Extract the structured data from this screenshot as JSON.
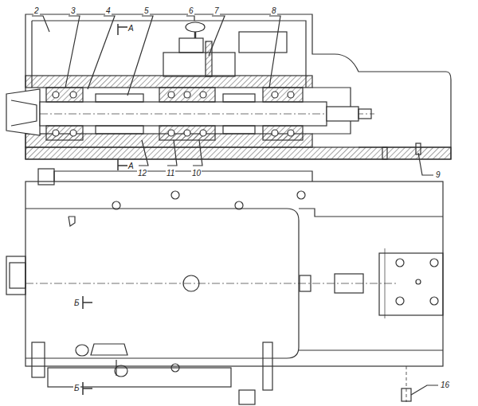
{
  "diagram": {
    "labels": [
      "2",
      "3",
      "4",
      "5",
      "А",
      "6",
      "7",
      "8",
      "А",
      "12",
      "11",
      "10",
      "9",
      "Б",
      "Б",
      "16"
    ]
  }
}
